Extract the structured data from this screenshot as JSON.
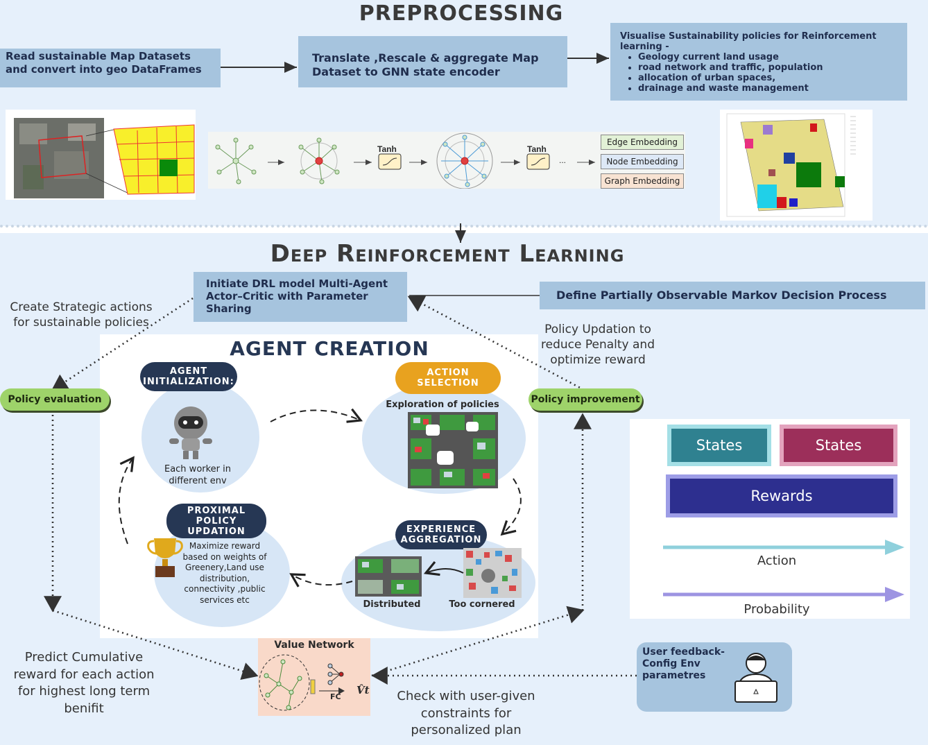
{
  "preprocessing": {
    "title": "PREPROCESSING",
    "read_box": "Read sustainable Map Datasets and  convert into geo DataFrames",
    "translate_box": "Translate ,Rescale & aggregate Map Dataset to GNN state encoder",
    "visualise_title": "Visualise Sustainability  policies for Reinforcement learning -",
    "visualise_items": [
      "Geology current land usage",
      "road network and traffic, population",
      "allocation of urban  spaces,",
      "drainage and waste management"
    ],
    "tanh_1": "Tanh",
    "tanh_2": "Tanh",
    "ellipsis": "...",
    "edge_embedding": "Edge Embedding",
    "node_embedding": "Node Embedding",
    "graph_embedding": "Graph Embedding"
  },
  "drl": {
    "title": "Deep Reinforcement Learning",
    "initiate_box": "Initiate DRL model Multi-Agent Actor–Critic with Parameter Sharing",
    "pomdp_box": "Define Partially Observable Markov Decision Process",
    "create_strategic": "Create Strategic actions for sustainable policies",
    "policy_updation": "Policy Updation to reduce Penalty and optimize reward",
    "policy_evaluation": "Policy evaluation",
    "policy_improvement": "Policy improvement",
    "predict_cumulative": "Predict Cumulative reward for each action for highest long term benifit",
    "check_user": "Check with user-given constraints for personalized plan",
    "value_network": "Value Network",
    "fc": "FC",
    "v_t": "V̂t",
    "user_feedback": "User feedback- Config Env parametres"
  },
  "agent": {
    "title": "AGENT CREATION",
    "init_label": "AGENT INITIALIZATION:",
    "init_caption": "Each worker in different env",
    "action_label": "ACTION SELECTION",
    "action_caption": "Exploration of policies",
    "experience_label": "EXPERIENCE AGGREGATION",
    "distributed": "Distributed",
    "too_cornered": "Too cornered",
    "proximal_label": "PROXIMAL POLICY UPDATION",
    "proximal_caption": "Maximize reward based on weights of Greenery,Land use distribution, connectivity ,public services etc"
  },
  "legend": {
    "states_1": "States",
    "states_2": "States",
    "rewards": "Rewards",
    "action": "Action",
    "probability": "Probability"
  },
  "colors": {
    "panel": "#e6f0fb",
    "blue_box": "#a6c4de",
    "pill_green": "#9ed36a",
    "navy": "#263754",
    "orange": "#e8a21f",
    "states_teal": "#2f8190",
    "states_maroon": "#9c2f5a",
    "rewards_navy": "#2d2f8f"
  }
}
